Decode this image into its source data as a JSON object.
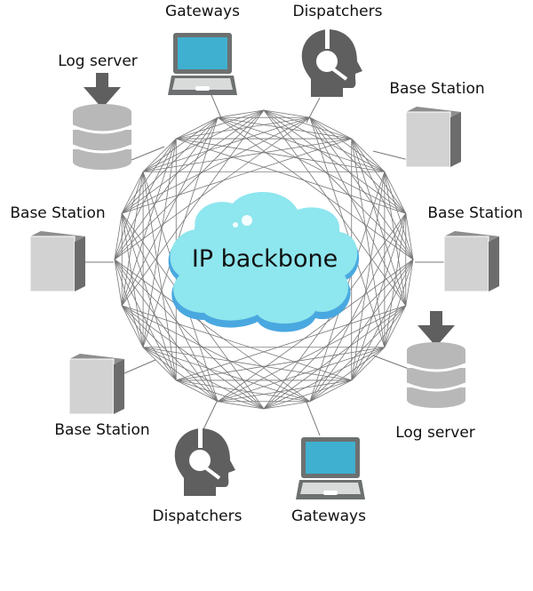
{
  "title": "IP backbone",
  "nodes": {
    "gateways_top": "Gateways",
    "dispatchers_top": "Dispatchers",
    "log_server_top": "Log server",
    "base_station_top_right": "Base Station",
    "base_station_left": "Base Station",
    "base_station_right": "Base Station",
    "log_server_right": "Log server",
    "base_station_bottom_left": "Base Station",
    "dispatchers_bottom": "Dispatchers",
    "gateways_bottom": "Gateways"
  },
  "colors": {
    "cloud": "#8ee6ee",
    "cloud_edge": "#4aa8e0",
    "screen": "#3fb0cf",
    "icon_dark": "#666666",
    "icon_light": "#cfcfcf",
    "mesh": "#777777"
  }
}
